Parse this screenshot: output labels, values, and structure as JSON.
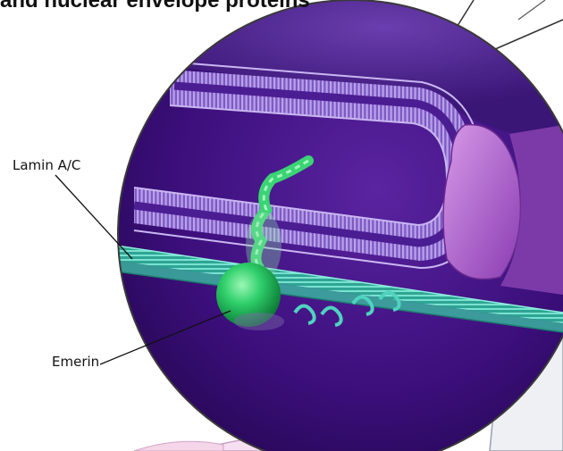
{
  "heading": "and nuclear envelope proteins",
  "labels": {
    "lamin": "Lamin A/C",
    "emerin": "Emerin"
  },
  "colors": {
    "nucleoplasm": "#3a0f78",
    "membrane": "#9a78d8",
    "lamina": "#49c7b2",
    "emerin": "#27c463",
    "pore_protein": "#b06ad0"
  }
}
